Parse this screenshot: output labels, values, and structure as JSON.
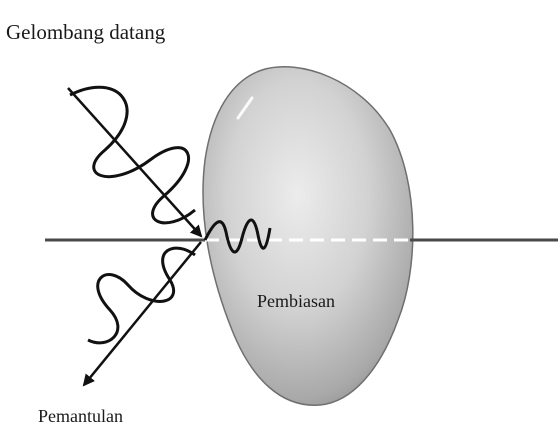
{
  "labels": {
    "incoming_wave": "Gelombang datang",
    "refraction": "Pembiasan",
    "reflection": "Pemantulan"
  },
  "colors": {
    "line": "#4a4a4a",
    "wave": "#111111",
    "object_light": "#e3e3e3",
    "object_dark": "#8a8a8a"
  }
}
